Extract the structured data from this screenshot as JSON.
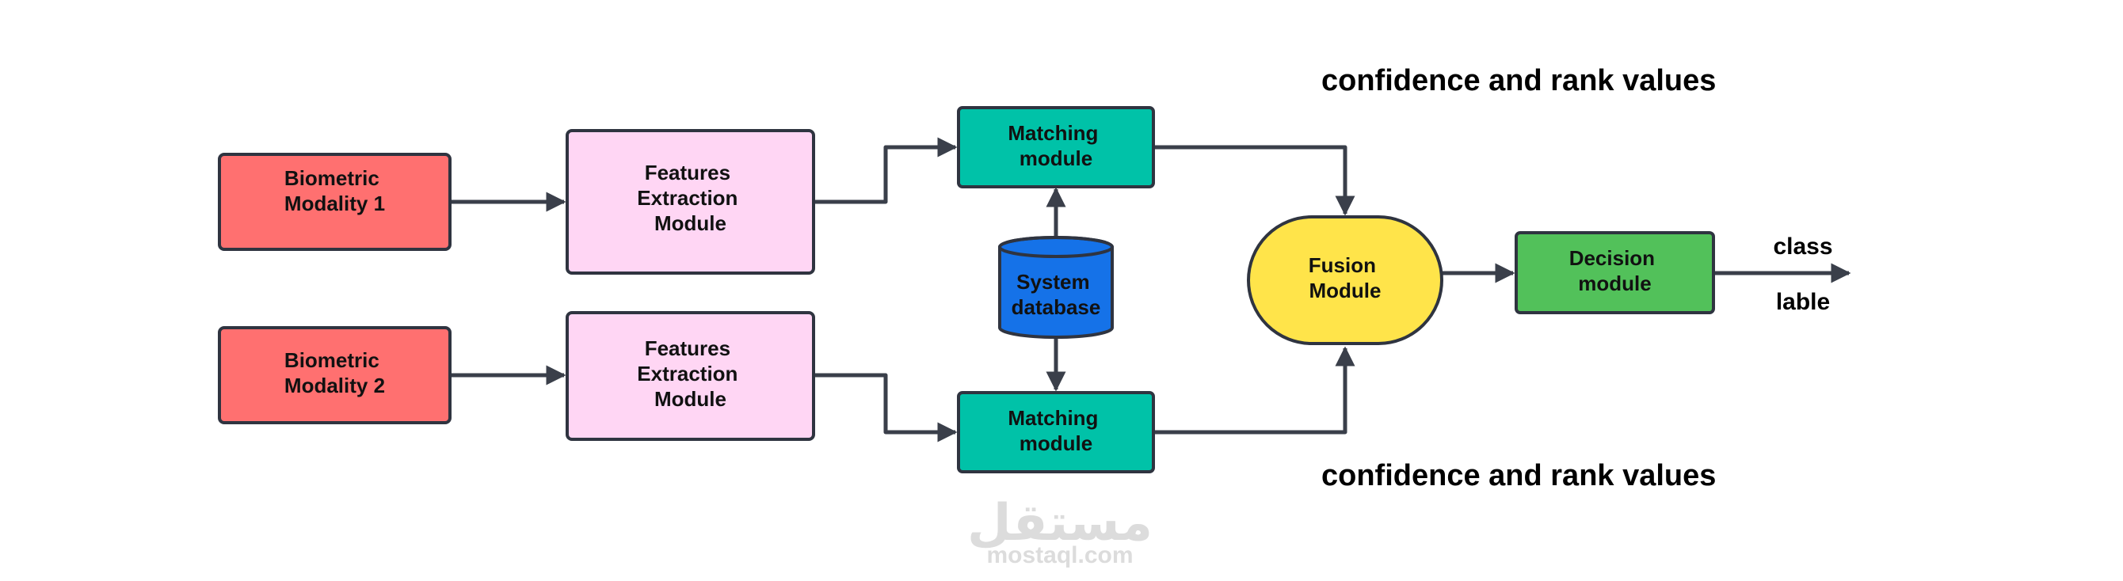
{
  "nodes": {
    "modality1": {
      "lines": [
        "Biometric",
        "Modality 1"
      ],
      "color": "#ff7070"
    },
    "modality2": {
      "lines": [
        "Biometric",
        "Modality 2"
      ],
      "color": "#ff7070"
    },
    "features1": {
      "lines": [
        "Features",
        "Extraction",
        "Module"
      ],
      "color": "#ffd6f4"
    },
    "features2": {
      "lines": [
        "Features",
        "Extraction",
        "Module"
      ],
      "color": "#ffd6f4"
    },
    "matching1": {
      "lines": [
        "Matching",
        "module"
      ],
      "color": "#00c2a8"
    },
    "matching2": {
      "lines": [
        "Matching",
        "module"
      ],
      "color": "#00c2a8"
    },
    "database": {
      "lines": [
        "System",
        "database"
      ],
      "color": "#1572e8"
    },
    "fusion": {
      "lines": [
        "Fusion",
        "Module"
      ],
      "color": "#ffe44a"
    },
    "decision": {
      "lines": [
        "Decision",
        "module"
      ],
      "color": "#52c15a"
    }
  },
  "annotations": {
    "confidence_top": "confidence and rank values",
    "confidence_bottom": "confidence and rank values",
    "output_top": "class",
    "output_bottom": "lable"
  },
  "watermark": {
    "arabic": "مستقل",
    "latin": "mostaql.com"
  }
}
